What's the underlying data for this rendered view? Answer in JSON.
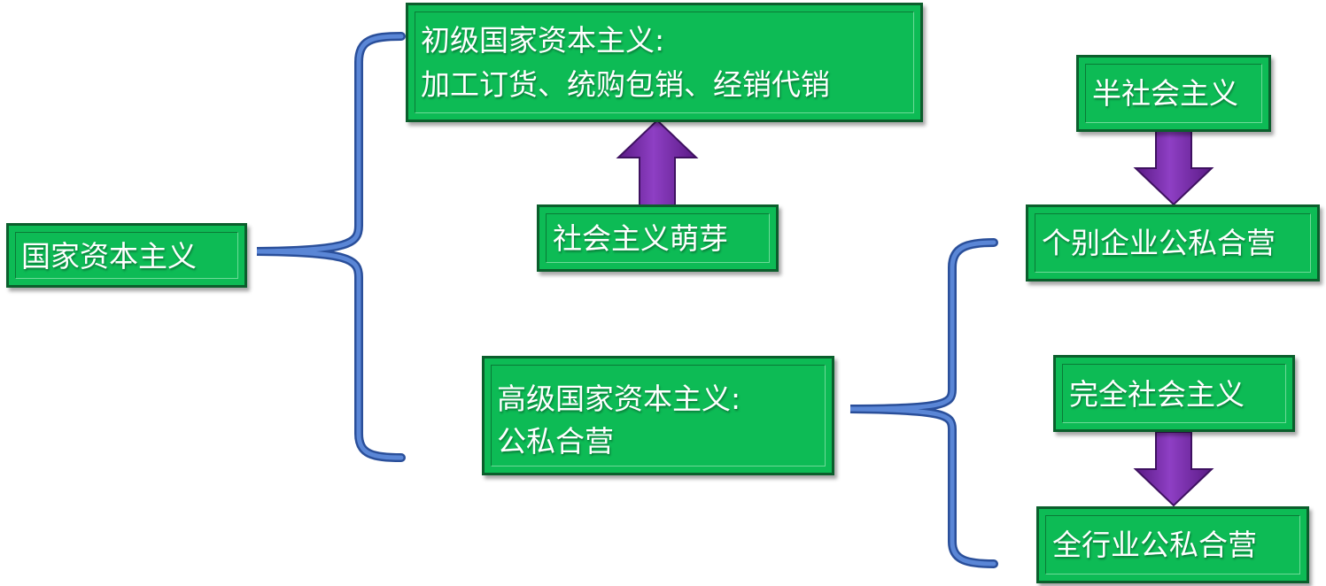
{
  "nodes": {
    "root": "国家资本主义",
    "primary": {
      "line1": "初级国家资本主义:",
      "line2": "加工订货、统购包销、经销代销"
    },
    "sprout": "社会主义萌芽",
    "advanced": {
      "line1": "高级国家资本主义:",
      "line2": "公私合营"
    },
    "semi_socialist": "半社会主义",
    "individual_jv": "个别企业公私合营",
    "full_socialist": "完全社会主义",
    "industry_jv": "全行业公私合营"
  },
  "colors": {
    "box_fill": "#0dbb55",
    "box_border": "#0b5e2c",
    "bracket": "#4a72c4",
    "arrow": "#7a2fa8"
  },
  "icons": {
    "bracket": "curly-brace",
    "arrow": "block-arrow"
  }
}
